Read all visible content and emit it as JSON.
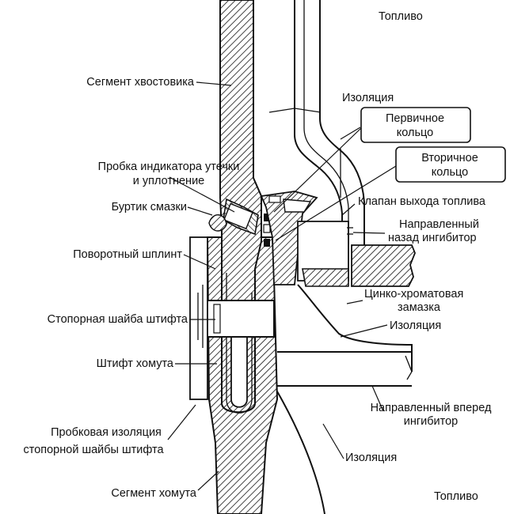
{
  "labels": {
    "fuel_top": "Топливо",
    "insulation_top": "Изоляция",
    "primary_ring": [
      "Первичное",
      "кольцо"
    ],
    "secondary_ring": [
      "Вторичное",
      "кольцо"
    ],
    "tang_segment": "Сегмент хвостовика",
    "leak_plug": [
      "Пробка индикатора утечки",
      "и уплотнение"
    ],
    "grease_bead": "Буртик смазки",
    "fuel_valve": "Клапан выхода топлива",
    "aft_inhibitor": [
      "Направленный",
      "назад ингибитор"
    ],
    "clevis_pin_retainer": "Поворотный шплинт",
    "pin_retainer_washer": "Стопорная шайба штифта",
    "zinc_putty": [
      "Цинко-хроматовая",
      "замазка"
    ],
    "insulation_mid": "Изоляция",
    "clevis_pin": "Штифт хомута",
    "fwd_inhibitor": [
      "Направленный вперед",
      "ингибитор"
    ],
    "cork_insulation": [
      "Пробковая изоляция",
      "стопорной шайбы штифта"
    ],
    "insulation_low": "Изоляция",
    "clevis_segment": "Сегмент хомута",
    "fuel_bottom": "Топливо"
  }
}
